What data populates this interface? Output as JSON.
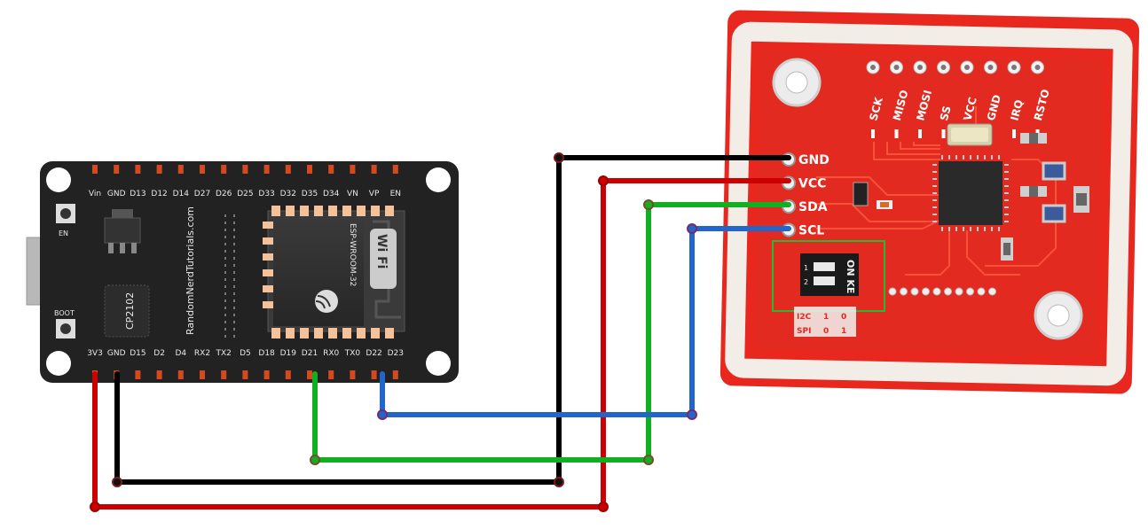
{
  "esp32": {
    "top_pins": [
      "Vin",
      "GND",
      "D13",
      "D12",
      "D14",
      "D27",
      "D26",
      "D25",
      "D33",
      "D32",
      "D35",
      "D34",
      "VN",
      "VP",
      "EN"
    ],
    "bottom_pins": [
      "3V3",
      "GND",
      "D15",
      "D2",
      "D4",
      "RX2",
      "TX2",
      "D5",
      "D18",
      "D19",
      "D21",
      "RX0",
      "TX0",
      "D22",
      "D23"
    ],
    "en_label": "EN",
    "boot_label": "BOOT",
    "usb_chip_label": "CP2102",
    "vertical_text": "RandomNerdTutorials.com",
    "module_label": "ESP-WROOM-32",
    "wifi_badge": "Wi Fi"
  },
  "pn532": {
    "wire_pins": [
      "GND",
      "VCC",
      "SDA",
      "SCL"
    ],
    "header_pins": [
      "SCK",
      "MISO",
      "MOSI",
      "SS",
      "VCC",
      "GND",
      "IRQ",
      "RSTO"
    ],
    "switch_text": "ON KE",
    "switch_numbers": [
      "1",
      "2"
    ],
    "mode_table": [
      "I2C",
      "1",
      "0",
      "SPI",
      "0",
      "1"
    ]
  },
  "wire_colors": {
    "gnd": "#000000",
    "vcc": "#cc0000",
    "sda": "#11b022",
    "scl": "#2266cc"
  },
  "colors": {
    "esp_board": "#222222",
    "pn532_board": "#e8281e",
    "header_pin": "#d44a1e",
    "highlight_box": "#22bb33"
  }
}
